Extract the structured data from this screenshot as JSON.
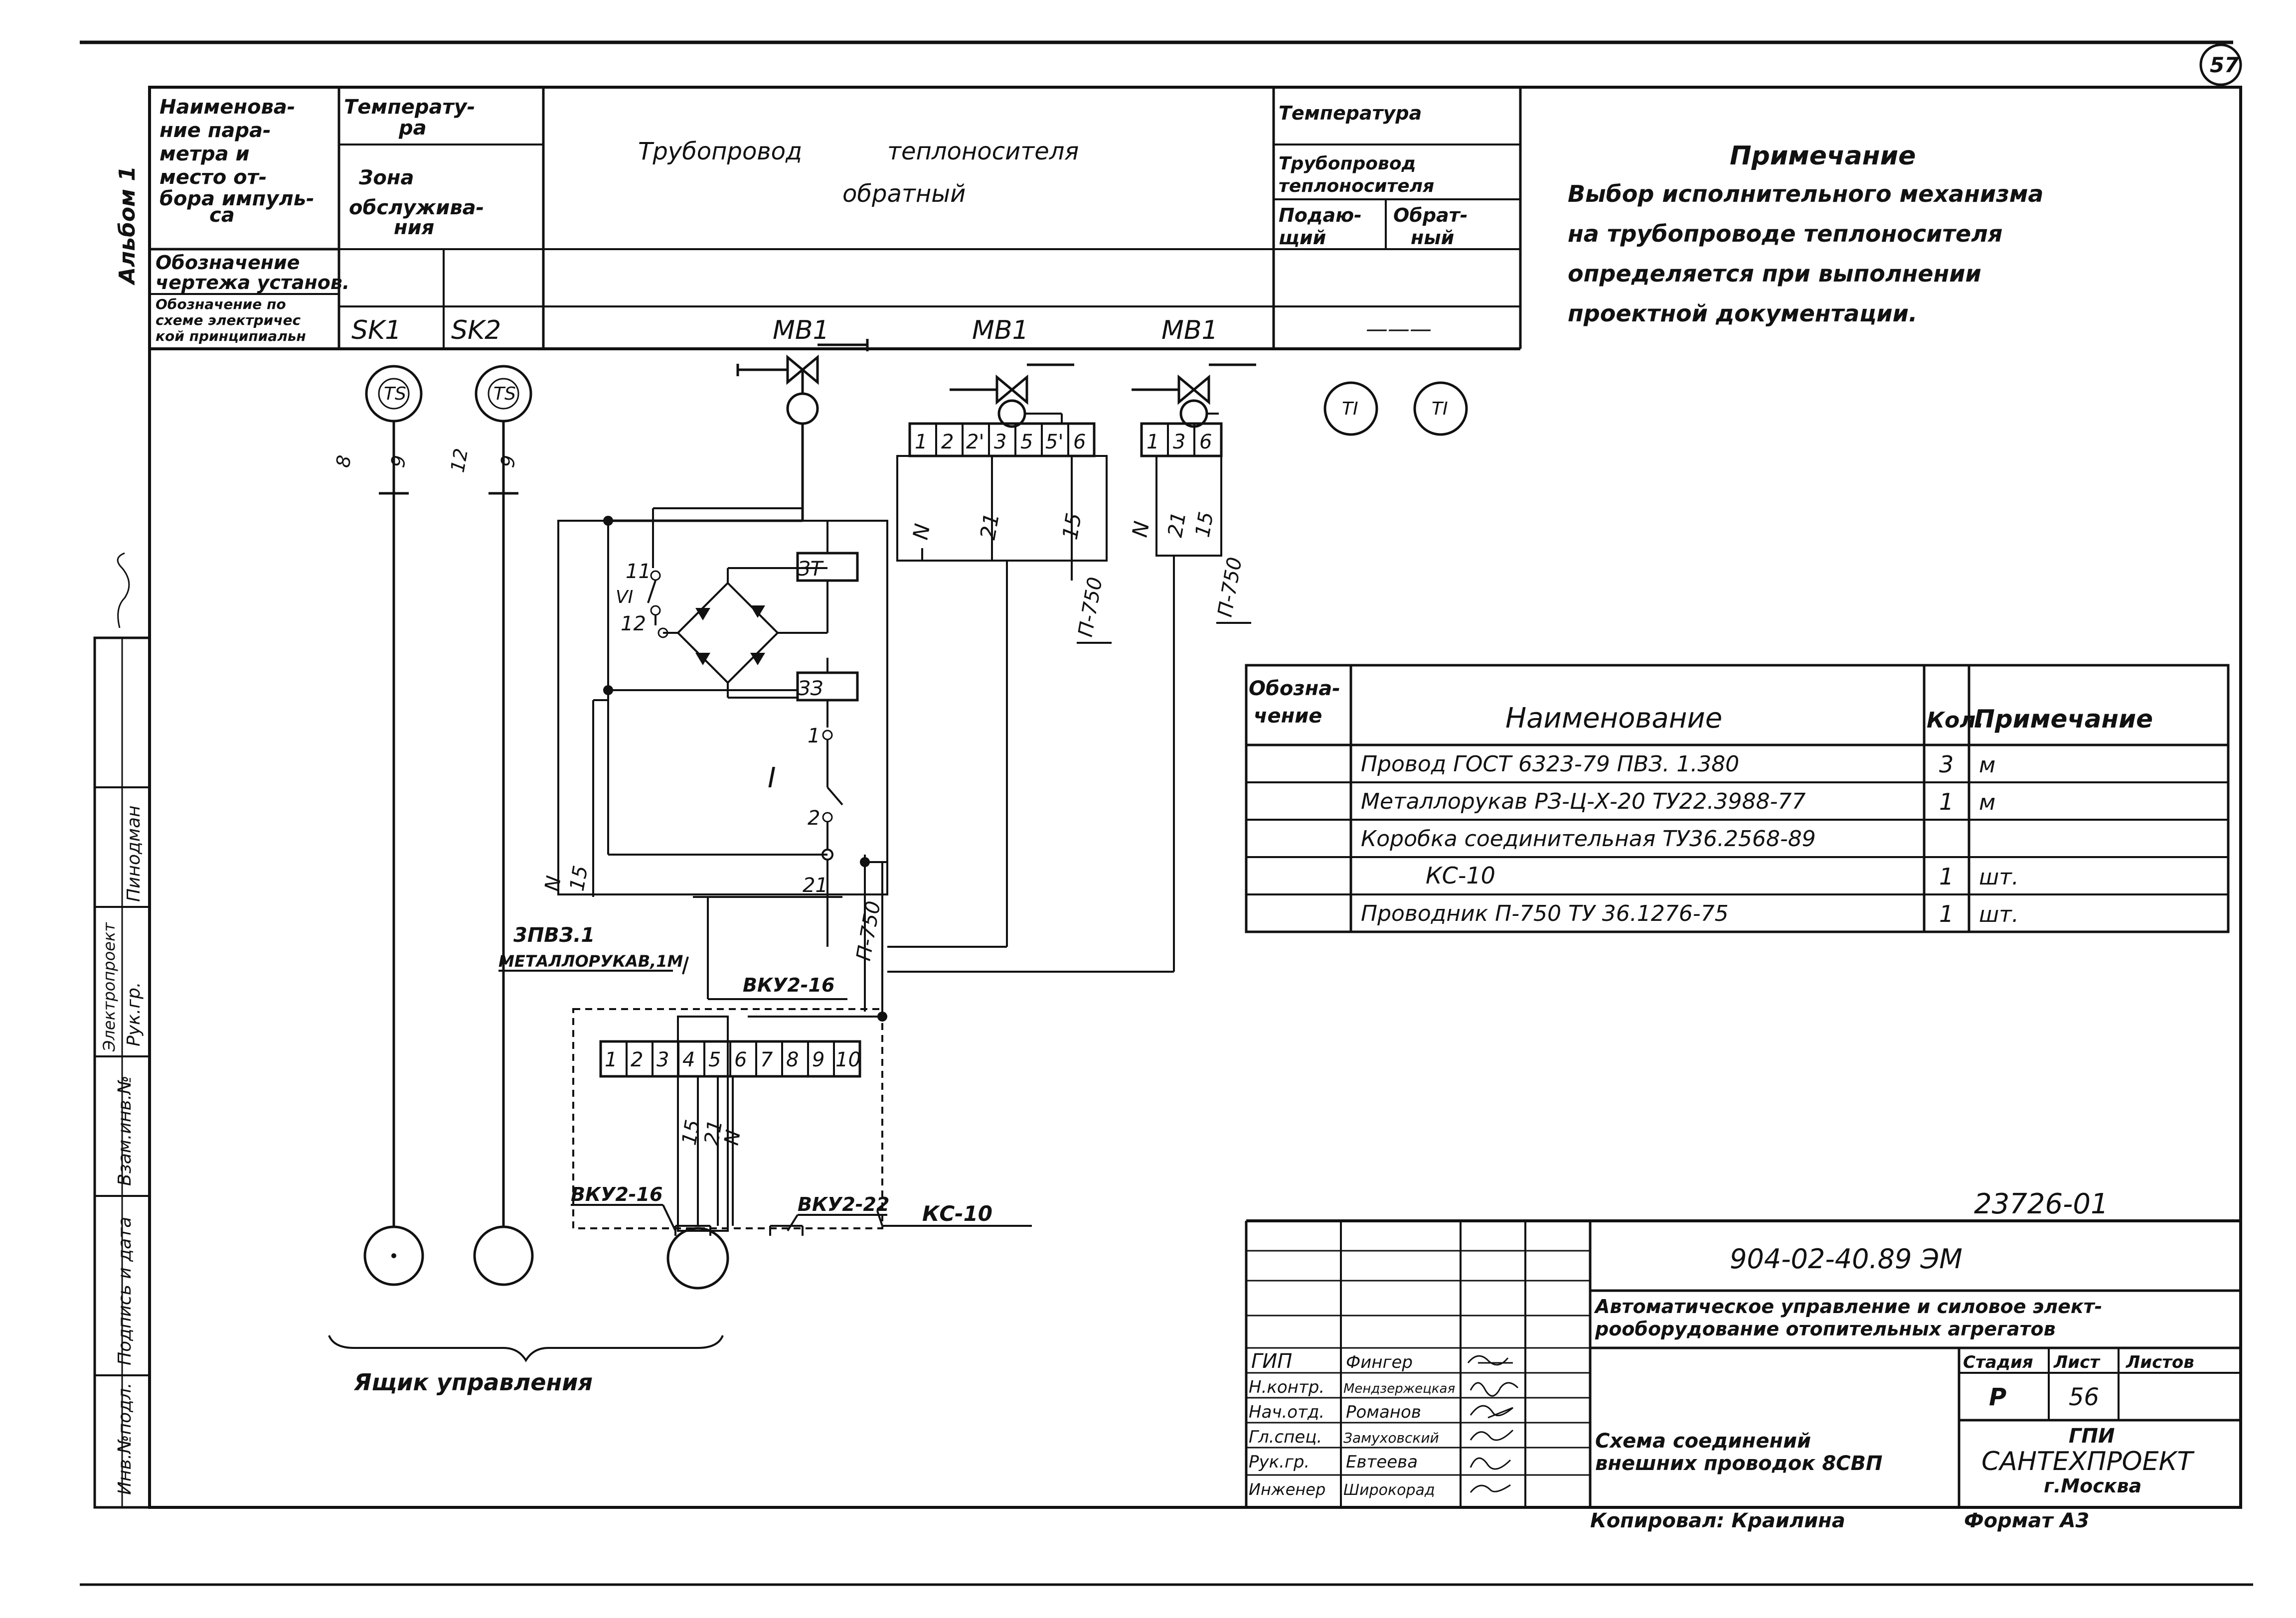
{
  "sheet_corner_number": "57",
  "album_label": "Альбом 1",
  "header_table": {
    "param_header": "Наименова- ние пара- метра и место от- бора импуль- са",
    "temp_header": "Температу- ра",
    "zone_header": "Зона обслужива- ния",
    "pipe_return_header": "Трубопровод теплоносителя обратный",
    "temp_right_header": "Температура",
    "pipe_right_header": "Трубопровод теплоносителя",
    "supply_header": "Подаю- щий",
    "return_header": "Обрат- ный",
    "drawing_row_label": "Обозначение чертежа установ.",
    "scheme_row_label": "Обозначение по схеме электричес кой принципиальн",
    "designations": [
      "SK1",
      "SK2",
      "MB1",
      "MB1",
      "MB1"
    ],
    "dash": "———"
  },
  "note": {
    "title": "Примечание",
    "lines": [
      "Выбор исполнительного механизма",
      "на трубопроводе теплоносителя",
      "определяется при выполнении",
      "проектной документации."
    ]
  },
  "schematic": {
    "sensor_ts": "TS",
    "sensor_ti": "TI",
    "wire_8": "8",
    "wire_9": "9",
    "wire_12": "12",
    "term_block_1": [
      "1",
      "2",
      "2'",
      "3",
      "5",
      "5'",
      "6"
    ],
    "term_block_2": [
      "1",
      "3",
      "6"
    ],
    "term_block_box": [
      "1",
      "2",
      "3",
      "4",
      "5",
      "6",
      "7",
      "8",
      "9",
      "10"
    ],
    "n": "N",
    "w21": "21",
    "w15": "15",
    "p750": "П-750",
    "relay_3t": "ЗТ",
    "relay_3z": "ЗЗ",
    "c11": "11",
    "c12": "12",
    "vi": "VI",
    "c1": "1",
    "c2": "2",
    "roman_i": "I",
    "cable_note_1": "3ПВЗ.1",
    "cable_note_2": "МЕТАЛЛОРУКАВ,1М",
    "vku2_16": "ВКУ2-16",
    "vku2_22": "ВКУ2-22",
    "kc10": "КС-10",
    "box_caption": "Ящик управления"
  },
  "spec_table": {
    "headers": [
      "Обозна- чение",
      "Наименование",
      "Кол.",
      "Примечание"
    ],
    "rows": [
      {
        "designation": "",
        "name": "Провод ГОСТ 6323-79 ПВЗ. 1.380",
        "qty": "3",
        "note": "м"
      },
      {
        "designation": "",
        "name": "Металлорукав РЗ-Ц-Х-20 ТУ22.3988-77",
        "qty": "1",
        "note": "м"
      },
      {
        "designation": "",
        "name": "Коробка соединительная ТУ36.2568-89",
        "qty": "",
        "note": ""
      },
      {
        "designation": "",
        "name": "КС-10",
        "qty": "1",
        "note": "шт."
      },
      {
        "designation": "",
        "name": "Проводник П-750 ТУ 36.1276-75",
        "qty": "1",
        "note": "шт."
      }
    ]
  },
  "stamp_number": "23726-01",
  "title_block": {
    "code": "904-02-40.89 ЭМ",
    "project_title_1": "Автоматическое управление и силовое элект-",
    "project_title_2": "рооборудование отопительных агрегатов",
    "sheet_title_1": "Схема соединений",
    "sheet_title_2": "внешних проводок 8СВП",
    "stage_label": "Стадия",
    "sheet_label": "Лист",
    "sheets_label": "Листов",
    "stage_value": "Р",
    "sheet_value": "56",
    "sheets_value": "",
    "org_1": "ГПИ",
    "org_2": "САНТЕХПРОЕКТ",
    "org_3": "г.Москва",
    "roles": [
      {
        "role": "ГИП",
        "name": "Фингер"
      },
      {
        "role": "Н.контр.",
        "name": "Мендзержецкая"
      },
      {
        "role": "Нач.отд.",
        "name": "Романов"
      },
      {
        "role": "Гл.спец.",
        "name": "Замуховский"
      },
      {
        "role": "Рук.гр.",
        "name": "Евтеева"
      },
      {
        "role": "Инженер",
        "name": "Широкорад"
      }
    ],
    "copied_by": "Копировал: Краилина",
    "format": "Формат А3"
  },
  "left_strip": {
    "labels": [
      "Инв.№подл.",
      "Подпись и дата",
      "Взам.инв.№",
      "Электропроект",
      "Рук.гр.",
      "Пинодман"
    ]
  }
}
